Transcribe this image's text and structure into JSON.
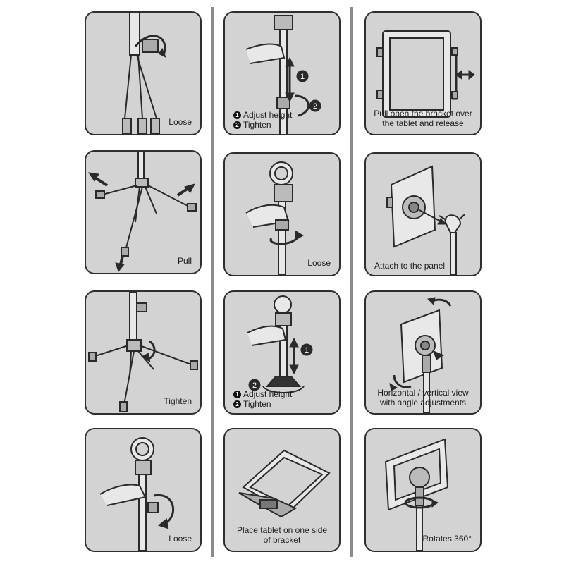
{
  "steps": {
    "p1": {
      "caption": "Loose"
    },
    "p2": {
      "caption": "Pull"
    },
    "p3": {
      "caption": "Tighten"
    },
    "p4": {
      "caption": "Loose"
    },
    "p5": {
      "line1": "Adjust height",
      "line2": "Tighten",
      "n1": "1",
      "n2": "2"
    },
    "p6": {
      "caption": "Loose"
    },
    "p7": {
      "line1": "Adjust height",
      "line2": "Tighten",
      "n1": "1",
      "n2": "2"
    },
    "p8": {
      "line1": "Place tablet on one side",
      "line2": "of bracket"
    },
    "p9": {
      "line1": "Pull open the bracket over",
      "line2": "the tablet and release"
    },
    "p10": {
      "caption": "Attach to the panel"
    },
    "p11": {
      "line1": "Horizontal / vertical view",
      "line2": "with angle adjustments"
    },
    "p12": {
      "caption": "Rotates 360°"
    }
  },
  "colors": {
    "panel": "#d3d3d3",
    "border": "#2f2f2f",
    "line": "#2a2a2a",
    "divider": "#8c8c8c"
  }
}
